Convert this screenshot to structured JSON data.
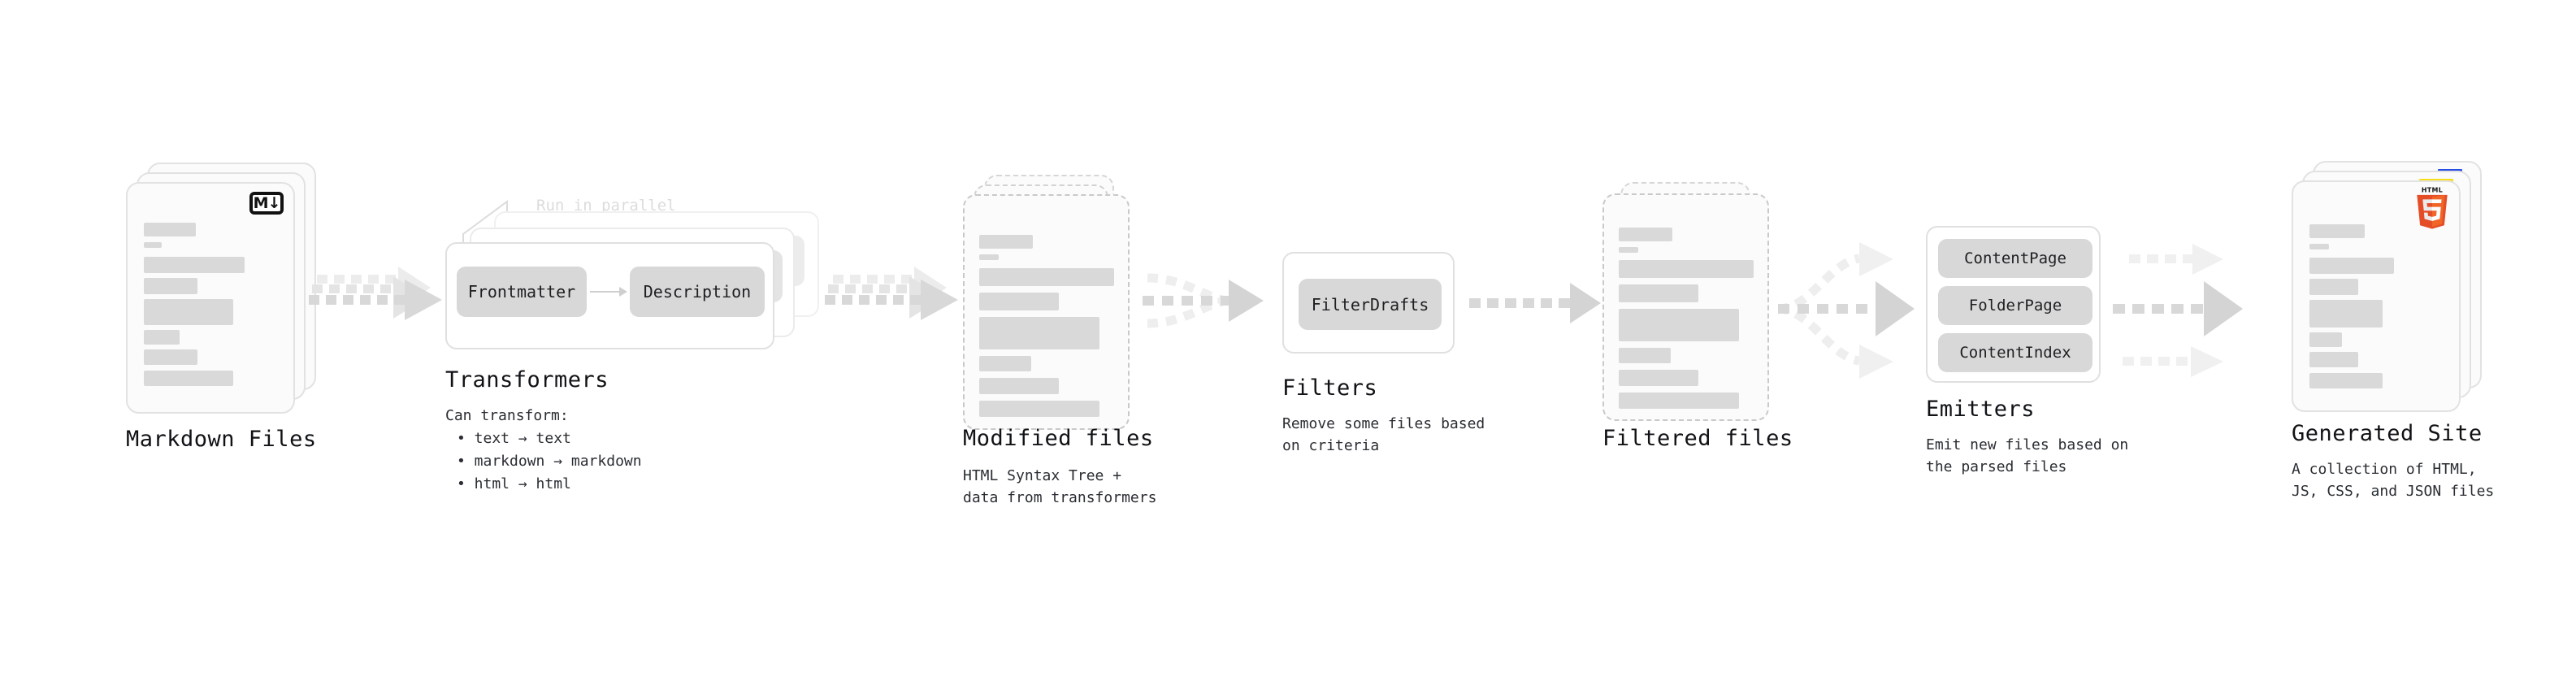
{
  "diagram": {
    "type": "pipeline-flow",
    "background": "#ffffff",
    "accents": {
      "skeleton_gray": "#d9d9d9",
      "card_bg": "#fbfbfb",
      "card_border": "#e2e2e2",
      "dashed_border": "#c9c9c9",
      "pill_gray": "#d8d8d8",
      "arrow_gray": "#d6d6d6",
      "html5_orange": "#e44d26",
      "js_yellow": "#f7df1e",
      "css_blue": "#264de4",
      "muted_label": "#dcdcdc"
    }
  },
  "stages": [
    {
      "id": "markdown-files",
      "title": "Markdown Files",
      "description": "",
      "badge": "M↓",
      "badge_name": "markdown-badge"
    },
    {
      "id": "transformers",
      "title": "Transformers",
      "description": "Can transform:",
      "bullets": [
        "• text → text",
        "• markdown → markdown",
        "• html → html"
      ],
      "annotation": "Run in parallel",
      "pills": [
        "Frontmatter",
        "Description"
      ]
    },
    {
      "id": "modified-files",
      "title": "Modified files",
      "description": "HTML Syntax Tree +\ndata from transformers"
    },
    {
      "id": "filters",
      "title": "Filters",
      "description": "Remove some files based\non criteria",
      "pills": [
        "FilterDrafts"
      ]
    },
    {
      "id": "filtered-files",
      "title": "Filtered files",
      "description": ""
    },
    {
      "id": "emitters",
      "title": "Emitters",
      "description": "Emit new files based on\nthe parsed files",
      "pills": [
        "ContentPage",
        "FolderPage",
        "ContentIndex"
      ]
    },
    {
      "id": "generated-site",
      "title": "Generated Site",
      "description": "A collection of HTML,\nJS, CSS, and JSON files",
      "badges": [
        "HTML5",
        "JS",
        "CSS"
      ]
    }
  ],
  "connectors": [
    {
      "id": "markdown-to-transformers",
      "kind": "multi-dotted-arrow"
    },
    {
      "id": "transformers-to-modified",
      "kind": "multi-dotted-arrow"
    },
    {
      "id": "modified-to-filters",
      "kind": "converging-dotted-arrow"
    },
    {
      "id": "filters-to-filtered",
      "kind": "dotted-arrow"
    },
    {
      "id": "filtered-to-emitters",
      "kind": "diverging-dotted-arrow"
    },
    {
      "id": "emitters-to-site",
      "kind": "parallel-dotted-arrows"
    }
  ]
}
